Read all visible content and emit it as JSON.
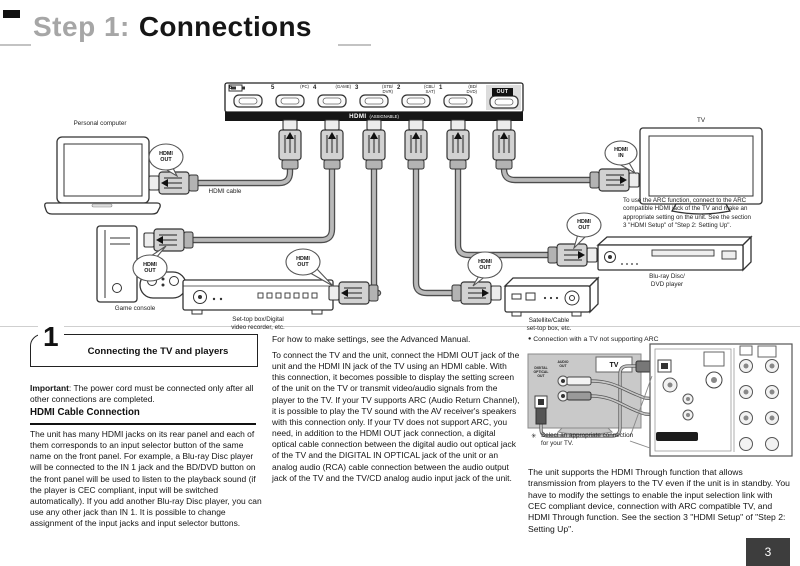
{
  "header": {
    "step": "Step 1:",
    "title": "Connections"
  },
  "panel": {
    "bar_label": "HDMI",
    "bar_sublabel": "(ASSIGNABLE)",
    "out_label": "OUT",
    "jacks": [
      {
        "num": "6",
        "name": ""
      },
      {
        "num": "5",
        "name": "(PC)"
      },
      {
        "num": "4",
        "name": "(GAME)"
      },
      {
        "num": "3",
        "name": "(STB/\nDVR)"
      },
      {
        "num": "2",
        "name": "(CBL/\nSAT)"
      },
      {
        "num": "1",
        "name": "(BD/\nDVD)"
      }
    ]
  },
  "diagram": {
    "bubbles": {
      "pc": "HDMI\nOUT",
      "game": "HDMI\nOUT",
      "stb": "HDMI\nOUT",
      "sat": "HDMI\nOUT",
      "bd": "HDMI\nOUT",
      "tv": "HDMI\nIN"
    },
    "labels": {
      "personal_computer": "Personal computer",
      "hdmi_cable": "HDMI cable",
      "tv": "TV",
      "game_console": "Game console",
      "set_top_box": "Set-top box/Digital\nvideo recorder, etc.",
      "satellite": "Satellite/Cable\nset-top box, etc.",
      "bluray": "Blu-ray Disc/\nDVD player",
      "arc_note": "To use the ARC function, connect to the ARC\ncompatible HDMI jack of the TV and make an\nappropriate setting on the unit. See the section\n3 \"HDMI Setup\" of \"Step 2: Setting Up\"."
    }
  },
  "sections": {
    "s1": {
      "number": "1",
      "heading": "Connecting the TV and players",
      "important_label": "Important",
      "important_text": ": The power cord must be connected only after all other connections are completed.",
      "subheading": "HDMI Cable Connection",
      "body": "The unit has many HDMI jacks on its rear panel and each of them corresponds to an input selector button of the same name on the front panel. For example, a Blu-ray Disc player will be connected to the IN 1 jack and the BD/DVD button on the front panel will be used to listen to the playback sound (if the player is CEC compliant, input will be switched automatically). If you add another Blu-ray Disc player, you can use any other jack than IN 1. It is possible to change assignment of the input jacks and input selector buttons."
    },
    "s2": {
      "intro": "For how to make settings, see the Advanced Manual.",
      "body": "To connect the TV and the unit, connect the HDMI OUT jack of the unit and the HDMI IN jack of the TV using an HDMI cable. With this connection, it becomes possible to display the setting screen of the unit on the TV or transmit video/audio signals from the player to the TV. If your TV supports ARC (Audio Return Channel), it is possible to play the TV sound with the AV receiver's speakers with this connection only. If your TV does not support ARC, you need, in addition to the HDMI OUT jack connection, a digital optical cable connection between the digital audio out optical jack of the TV and the DIGITAL IN OPTICAL jack of the unit or an analog audio (RCA) cable connection between the audio output jack of the TV and the TV/CD analog audio input jack of the unit."
    },
    "s3": {
      "bullet": "●",
      "heading": "Connection with a TV not supporting ARC",
      "tv_label": "TV",
      "digital_optical_out": "DIGITAL\nOPTICAL\nOUT",
      "audio_out": "AUDIO\nOUT",
      "note_star": "✳",
      "note": "Select an appropriate connection\nfor your TV.",
      "body": "The unit supports the HDMI Through function that allows transmission from players to the TV even if the unit is in standby. You have to modify the settings to enable the input selection link with CEC compliant device, connection with ARC compatible TV, and HDMI Through function. See the section 3 \"HDMI Setup\" of \"Step 2: Setting Up\"."
    }
  },
  "footer": {
    "page_number": "3"
  }
}
